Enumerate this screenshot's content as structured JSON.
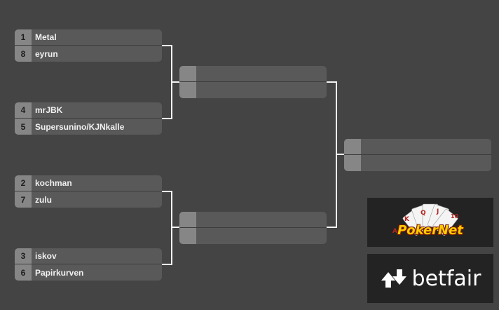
{
  "round1": [
    {
      "top": {
        "seed": "1",
        "name": "Metal"
      },
      "bottom": {
        "seed": "8",
        "name": "eyrun"
      }
    },
    {
      "top": {
        "seed": "4",
        "name": "mrJBK"
      },
      "bottom": {
        "seed": "5",
        "name": "Supersunino/KJNkalle"
      }
    },
    {
      "top": {
        "seed": "2",
        "name": "kochman"
      },
      "bottom": {
        "seed": "7",
        "name": "zulu"
      }
    },
    {
      "top": {
        "seed": "3",
        "name": "iskov"
      },
      "bottom": {
        "seed": "6",
        "name": "Papirkurven"
      }
    }
  ],
  "sponsors": {
    "pokernet": {
      "text": "PokerNet",
      "card_letters": [
        "A",
        "K",
        "Q",
        "J",
        "10"
      ]
    },
    "betfair": {
      "text": "betfair"
    }
  },
  "colors": {
    "background": "#444444",
    "match_box": "#595959",
    "seed_cell": "#868686",
    "connector": "#f5f5f5",
    "pokernet_gold": "#ffcc00",
    "betfair_white": "#ffffff"
  }
}
